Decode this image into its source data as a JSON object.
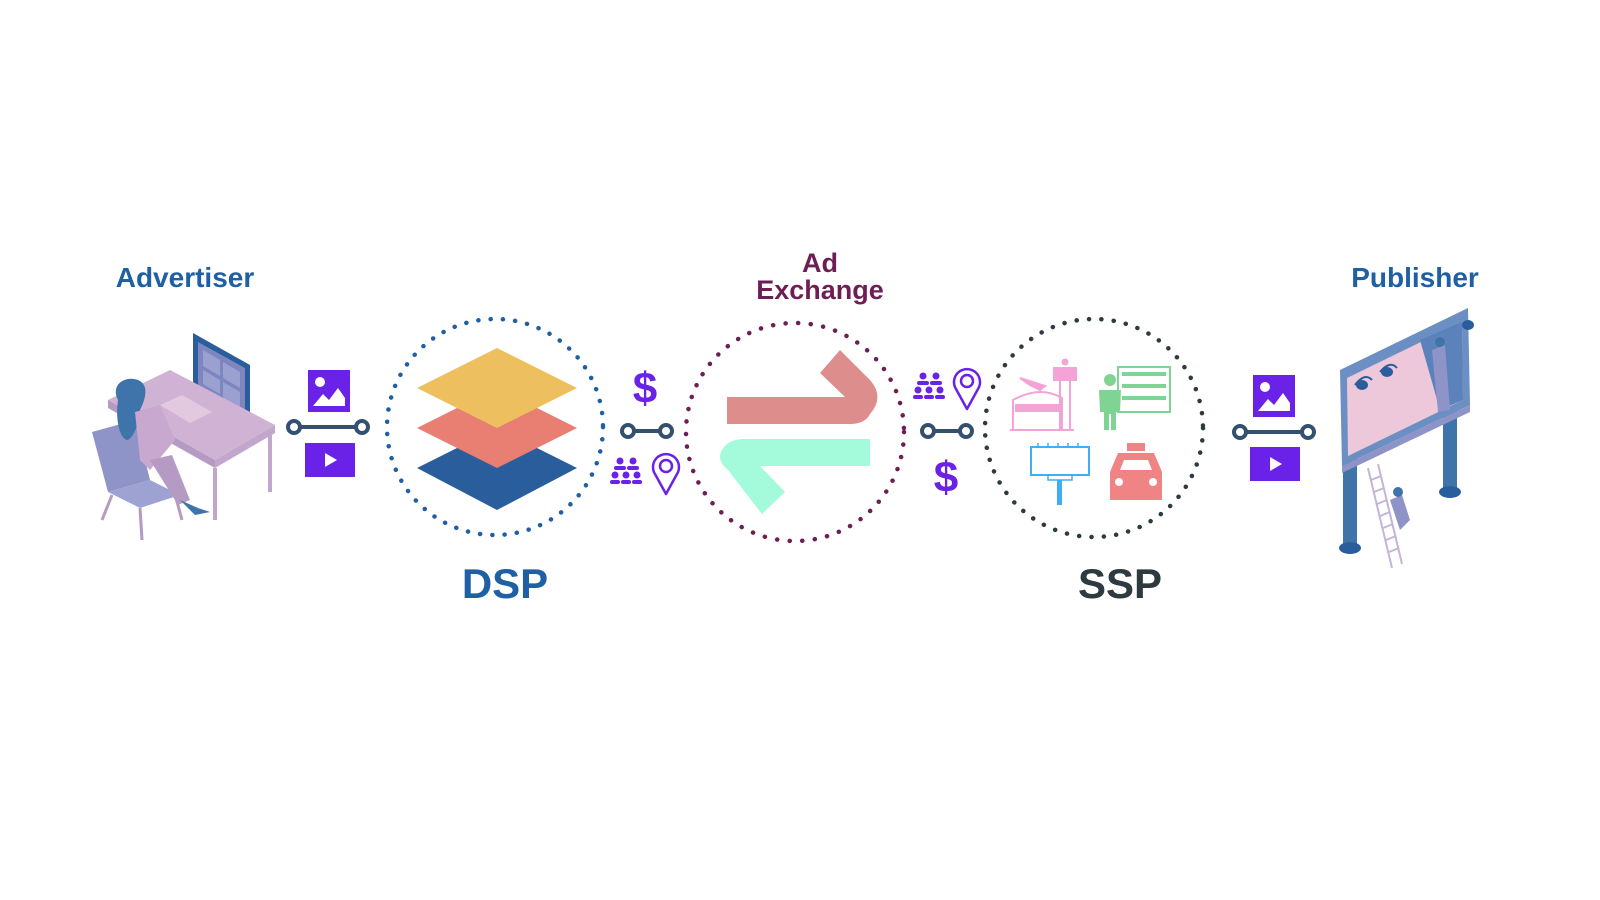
{
  "diagram": {
    "title": "Programmatic advertising flow",
    "colors": {
      "label_blue": "#1f5fa3",
      "adx_purple": "#6d1f55",
      "ssp_dark": "#2d3a40",
      "icon_violet": "#6a22e8",
      "connector": "#34506e",
      "layer_yellow": "#edbf5f",
      "layer_salmon": "#e97f72",
      "layer_blue": "#2a5d9c",
      "arrow_pink": "#de8d8d",
      "arrow_mint": "#a4fbdc"
    },
    "nodes": [
      {
        "id": "advertiser",
        "label": "Advertiser",
        "illustration": "person-at-desk-illustration"
      },
      {
        "id": "dsp",
        "label": "DSP",
        "icon": "stacked-layers-icon"
      },
      {
        "id": "adx",
        "label_line1": "Ad",
        "label_line2": "Exchange",
        "icon": "exchange-arrows-icon"
      },
      {
        "id": "ssp",
        "label": "SSP",
        "icons": [
          "airport-icon",
          "shopkeeper-icon",
          "billboard-icon",
          "taxi-icon"
        ]
      },
      {
        "id": "publisher",
        "label": "Publisher",
        "illustration": "billboard-workers-illustration"
      }
    ],
    "links": [
      {
        "from": "advertiser",
        "to": "dsp",
        "icons": [
          "image-icon",
          "video-play-icon"
        ]
      },
      {
        "from": "dsp",
        "to": "adx",
        "icons": [
          "dollar-icon",
          "audience-icon",
          "location-pin-icon"
        ]
      },
      {
        "from": "adx",
        "to": "ssp",
        "icons": [
          "audience-icon",
          "location-pin-icon",
          "dollar-icon"
        ]
      },
      {
        "from": "ssp",
        "to": "publisher",
        "icons": [
          "image-icon",
          "video-play-icon"
        ]
      }
    ],
    "dollar_symbol": "$"
  }
}
